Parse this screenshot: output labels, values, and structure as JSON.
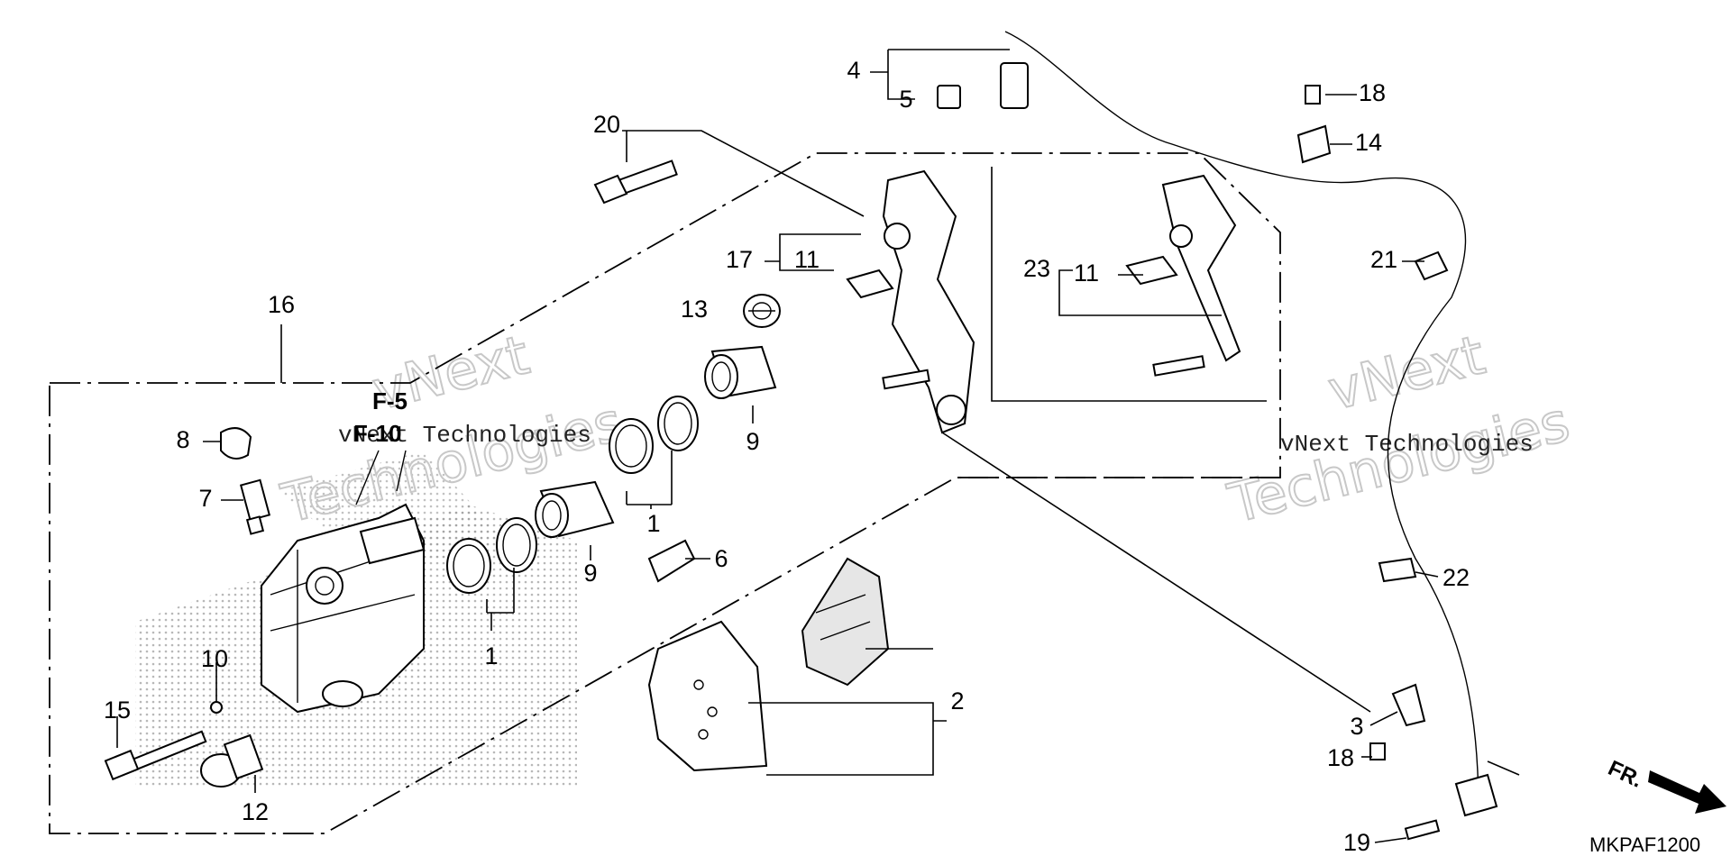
{
  "diagram": {
    "diagram_code": "MKPAF1200",
    "front_indicator": "FR.",
    "reference_labels": [
      "F-5",
      "F-10"
    ],
    "watermark": {
      "outline_line1": "vNext",
      "outline_line2": "Technologies",
      "plain_text": "vNext Technologies"
    },
    "callouts": {
      "c1a": "1",
      "c1b": "1",
      "c2": "2",
      "c3": "3",
      "c4": "4",
      "c5": "5",
      "c6": "6",
      "c7": "7",
      "c8": "8",
      "c9a": "9",
      "c9b": "9",
      "c10": "10",
      "c11a": "11",
      "c11b": "11",
      "c12": "12",
      "c13": "13",
      "c14": "14",
      "c15": "15",
      "c16": "16",
      "c17": "17",
      "c18a": "18",
      "c18b": "18",
      "c19": "19",
      "c20": "20",
      "c21": "21",
      "c22": "22",
      "c23": "23"
    },
    "colors": {
      "ink": "#000000",
      "background": "#ffffff",
      "watermark": "#c8c8c8",
      "dot_pattern": "#9a9a9a"
    }
  }
}
